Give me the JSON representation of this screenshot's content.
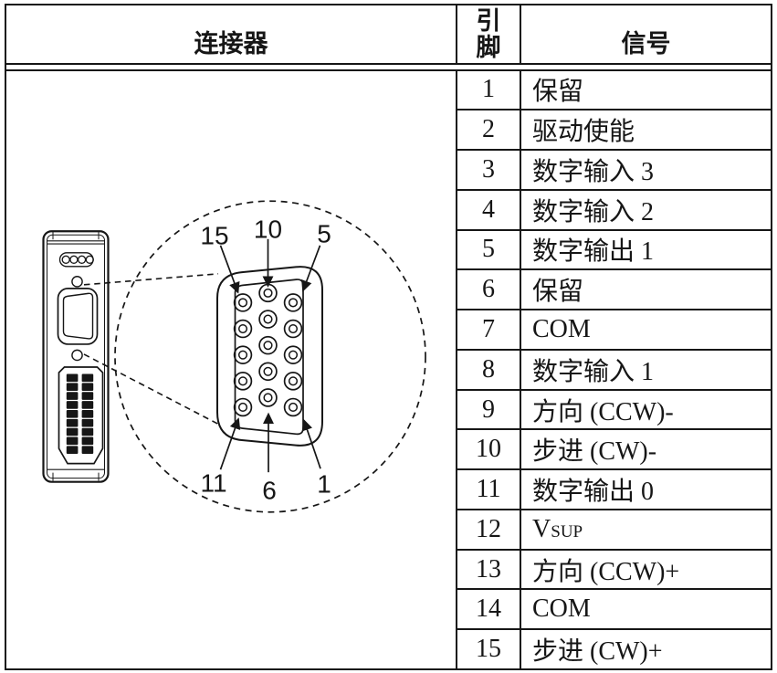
{
  "colors": {
    "ink": "#161616",
    "background": "#ffffff"
  },
  "table": {
    "headers": {
      "connector": "连接器",
      "pin": "引脚",
      "signal": "信号"
    },
    "rows": [
      {
        "pin": "1",
        "signal": "保留"
      },
      {
        "pin": "2",
        "signal": "驱动使能"
      },
      {
        "pin": "3",
        "signal": "数字输入 3"
      },
      {
        "pin": "4",
        "signal": "数字输入 2"
      },
      {
        "pin": "5",
        "signal": "数字输出 1"
      },
      {
        "pin": "6",
        "signal": "保留"
      },
      {
        "pin": "7",
        "signal": "COM"
      },
      {
        "pin": "8",
        "signal": "数字输入 1"
      },
      {
        "pin": "9",
        "signal": "方向 (CCW)-"
      },
      {
        "pin": "10",
        "signal": "步进 (CW)-"
      },
      {
        "pin": "11",
        "signal": "数字输出 0"
      },
      {
        "pin": "12",
        "signal": "V",
        "signal_sub": "SUP"
      },
      {
        "pin": "13",
        "signal": "方向 (CCW)+"
      },
      {
        "pin": "14",
        "signal": "COM"
      },
      {
        "pin": "15",
        "signal": "步进 (CW)+"
      }
    ]
  },
  "diagram": {
    "pin_labels": {
      "top_left": "15",
      "top_mid": "10",
      "top_right": "5",
      "bottom_left": "11",
      "bottom_mid": "6",
      "bottom_right": "1"
    }
  }
}
